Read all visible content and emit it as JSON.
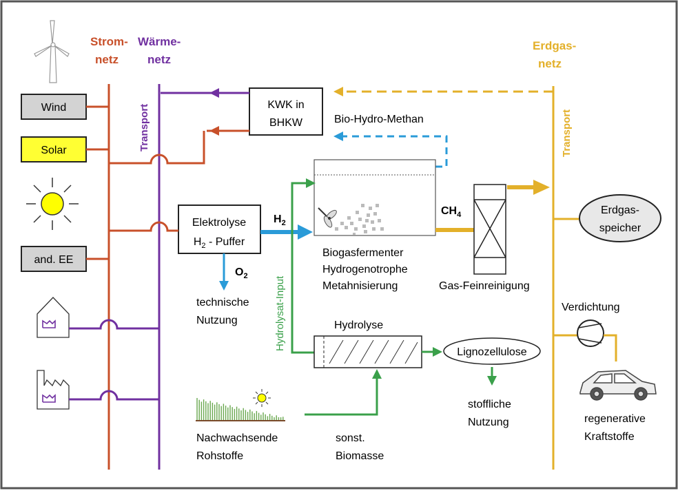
{
  "colors": {
    "strom": "#c8502a",
    "waerme": "#7030a0",
    "erdgas": "#e3b02a",
    "blue": "#2a9bd8",
    "green": "#3aa04a",
    "grey_box": "#d3d3d3",
    "solar_box": "#ffff33"
  },
  "headers": {
    "strom_line1": "Strom-",
    "strom_line2": "netz",
    "waerme_line1": "Wärme-",
    "waerme_line2": "netz",
    "erdgas_line1": "Erdgas-",
    "erdgas_line2": "netz"
  },
  "labels": {
    "transport_left": "Transport",
    "transport_right": "Transport",
    "wind": "Wind",
    "solar": "Solar",
    "and_ee": "and. EE",
    "kwk_line1": "KWK in",
    "kwk_line2": "BHKW",
    "bio_hydro_methan": "Bio-Hydro-Methan",
    "elektrolyse_line1": "Elektrolyse",
    "elektrolyse_h": "H",
    "elektrolyse_sub": "2",
    "elektrolyse_rest": " - Puffer",
    "h2_main": "H",
    "h2_sub": "2",
    "o2_main": "O",
    "o2_sub": "2",
    "ch4_main": "CH",
    "ch4_sub": "4",
    "technische": "technische",
    "nutzung": "Nutzung",
    "fermenter_line1": "Biogasfermenter",
    "fermenter_line2": "Hydrogenotrophe",
    "fermenter_line3": "Metahnisierung",
    "gas_feinreinigung": "Gas-Feinreinigung",
    "erdgasspeicher_line1": "Erdgas-",
    "erdgasspeicher_line2": "speicher",
    "verdichtung": "Verdichtung",
    "hydrolysat_input": "Hydrolysat-Input",
    "hydrolyse": "Hydrolyse",
    "lignozellulose": "Lignozellulose",
    "stoffliche": "stoffliche",
    "stoffliche_nutzung": "Nutzung",
    "nachwachsende_line1": "Nachwachsende",
    "nachwachsende_line2": "Rohstoffe",
    "sonst_line1": "sonst.",
    "sonst_line2": "Biomasse",
    "regenerative_line1": "regenerative",
    "regenerative_line2": "Kraftstoffe"
  }
}
